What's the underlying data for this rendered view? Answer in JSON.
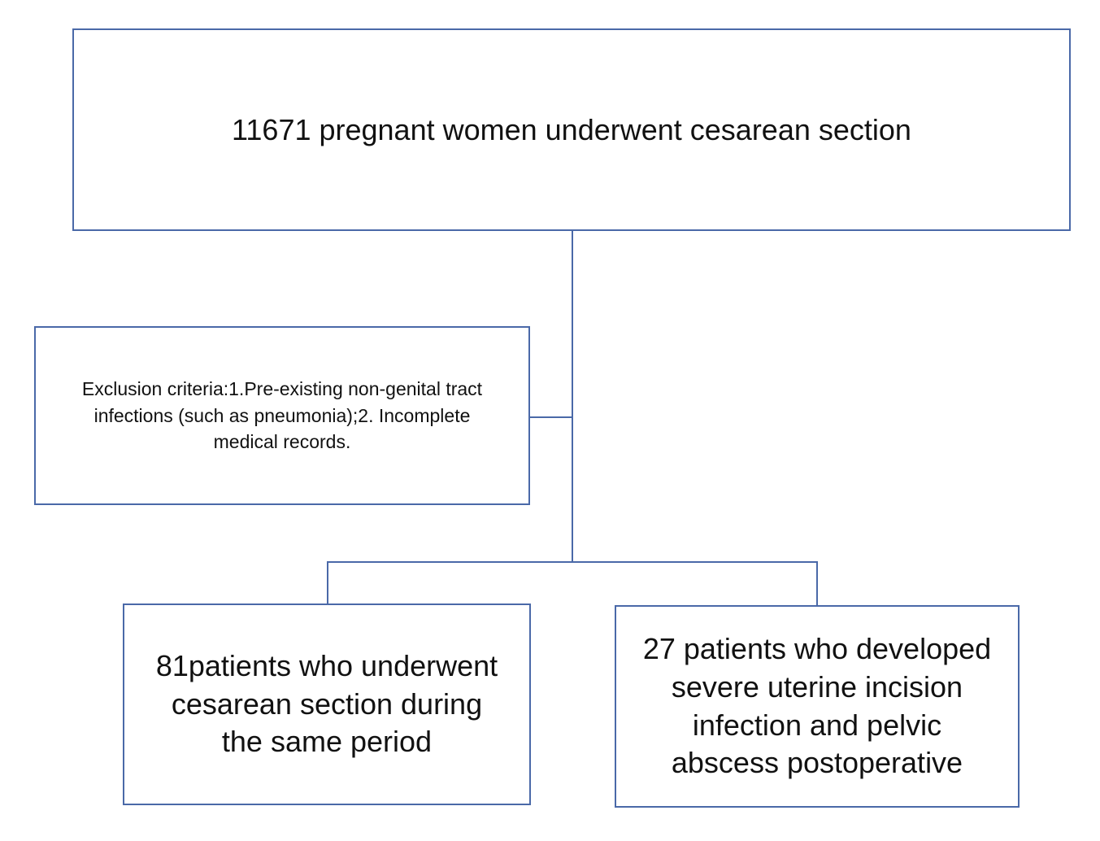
{
  "diagram": {
    "type": "flowchart",
    "line_color": "#4a69a8",
    "text_color": "#111111",
    "background_color": "#ffffff",
    "nodes": {
      "top": {
        "lines": [
          "11671 pregnant women underwent cesarean section"
        ],
        "text": "11671 pregnant women underwent cesarean section"
      },
      "exclusion": {
        "lines": [
          "Exclusion criteria:1.Pre-existing non-genital tract",
          "infections (such as pneumonia);2. Incomplete",
          "medical records."
        ],
        "text": "Exclusion criteria:1.Pre-existing non-genital tract infections (such as pneumonia);2. Incomplete medical records."
      },
      "bottom_left": {
        "lines": [
          "81patients who underwent",
          "cesarean section during",
          "the same period"
        ],
        "text": "81patients who underwent cesarean section during the same period"
      },
      "bottom_right": {
        "lines": [
          "27 patients who developed",
          "severe uterine incision",
          "infection and pelvic",
          "abscess postoperative"
        ],
        "text": "27 patients who developed severe uterine incision infection and pelvic abscess postoperative"
      }
    },
    "edges": [
      {
        "from": "top",
        "to": "branch-point",
        "shape": "vertical"
      },
      {
        "from": "exclusion",
        "to": "main-vertical",
        "shape": "horizontal"
      },
      {
        "from": "branch-point",
        "to": "bottom_left",
        "shape": "elbow"
      },
      {
        "from": "branch-point",
        "to": "bottom_right",
        "shape": "elbow"
      }
    ]
  }
}
